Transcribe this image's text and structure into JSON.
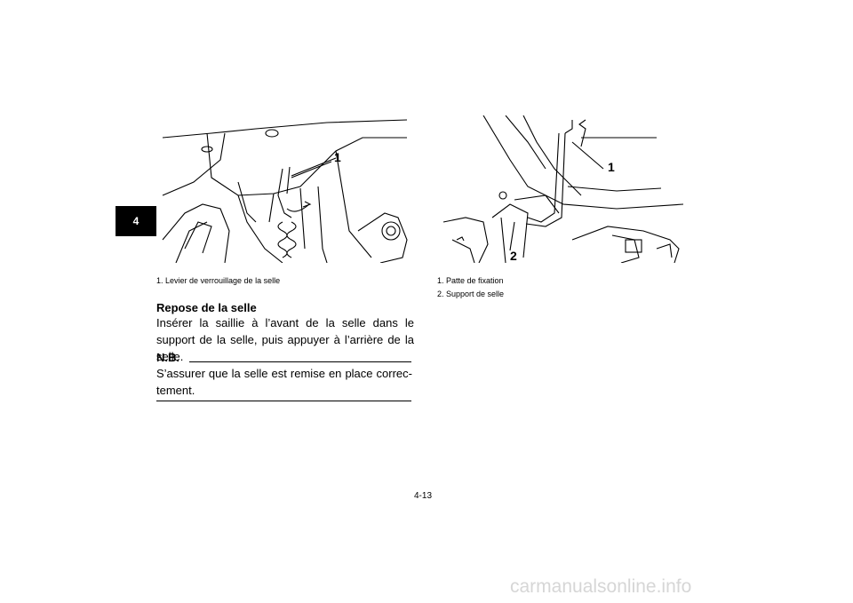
{
  "tab": {
    "label": "4"
  },
  "left_figure": {
    "callout": "1"
  },
  "right_figure": {
    "callout_1": "1",
    "callout_2": "2"
  },
  "left_caption": [
    "1.  Levier de verrouillage de la selle"
  ],
  "right_caption": [
    "1.  Patte de fixation",
    "2.  Support de selle"
  ],
  "section": {
    "heading": "Repose de la selle",
    "body": "Insérer la saillie à l’avant de la selle dans le support de la selle, puis appuyer à l’arrière de la selle."
  },
  "note": {
    "label": "N.B.",
    "text": "S’assurer que la selle est remise en place correc-tement."
  },
  "page_number": "4-13",
  "watermark": "carmanualsonline.info"
}
